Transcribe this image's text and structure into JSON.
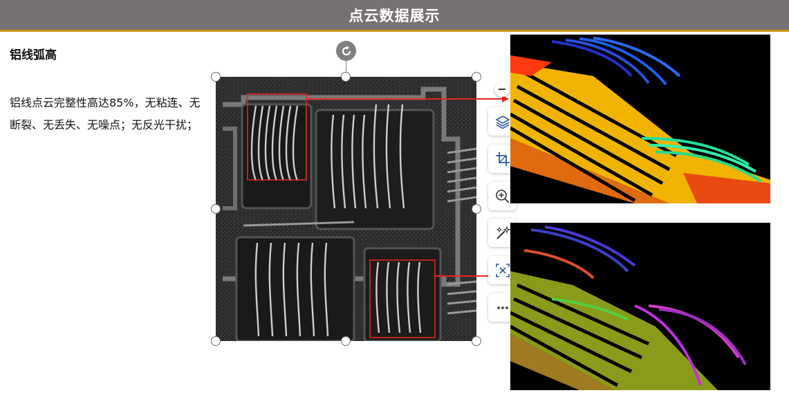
{
  "header": {
    "title": "点云数据展示"
  },
  "content": {
    "heading": "铝线弧高",
    "description": "铝线点云完整性高达85%，无粘连、无断裂、无丢失、无噪点；无反光干扰；"
  },
  "toolbar": {
    "items": [
      "collapse-icon",
      "layers-icon",
      "crop-icon",
      "zoom-in-icon",
      "magic-wand-icon",
      "image-translate-icon",
      "more-icon"
    ]
  },
  "colors": {
    "header_bg": "#787171",
    "header_underline": "#c8961e",
    "callout_red": "#e8261c",
    "handle_border": "#6b6b6b"
  }
}
